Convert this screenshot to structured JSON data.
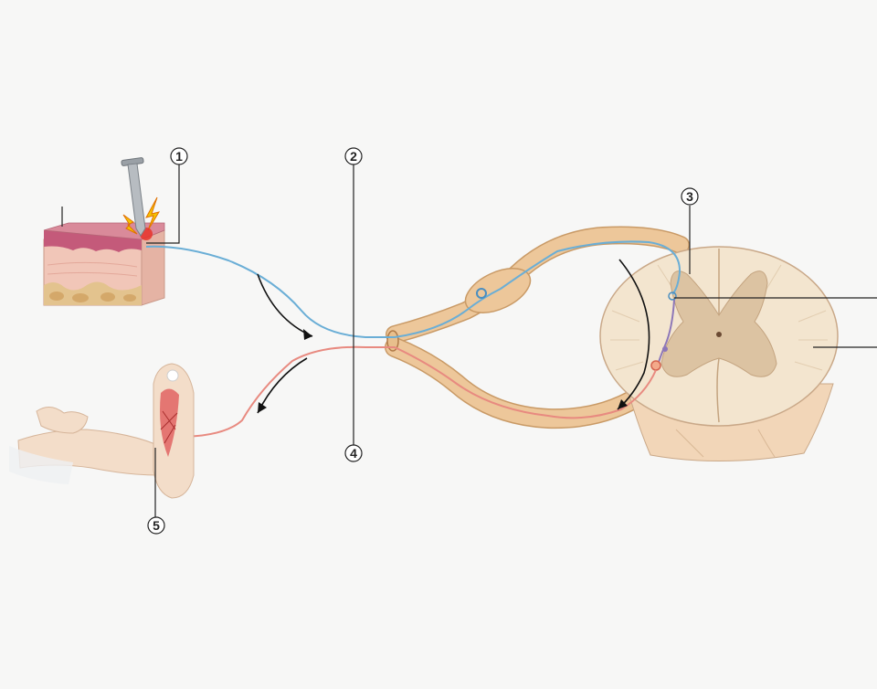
{
  "callouts": [
    {
      "id": "1",
      "label": "1"
    },
    {
      "id": "2",
      "label": "2"
    },
    {
      "id": "3",
      "label": "3"
    },
    {
      "id": "4",
      "label": "4"
    },
    {
      "id": "5",
      "label": "5"
    }
  ],
  "colors": {
    "sensory_neuron": "#6aaed6",
    "motor_neuron": "#e88a80",
    "nerve": "#edc79a",
    "nerve_outline": "#c99a66",
    "skin_top": "#c45a7a",
    "skin_body": "#f1c6b8",
    "white_matter": "#f3e5cf",
    "gray_matter": "#dcc3a2",
    "background": "#f7f7f6"
  },
  "icons": [
    "nail-icon",
    "pain-spark-icon",
    "arm-icon",
    "muscle-icon"
  ]
}
